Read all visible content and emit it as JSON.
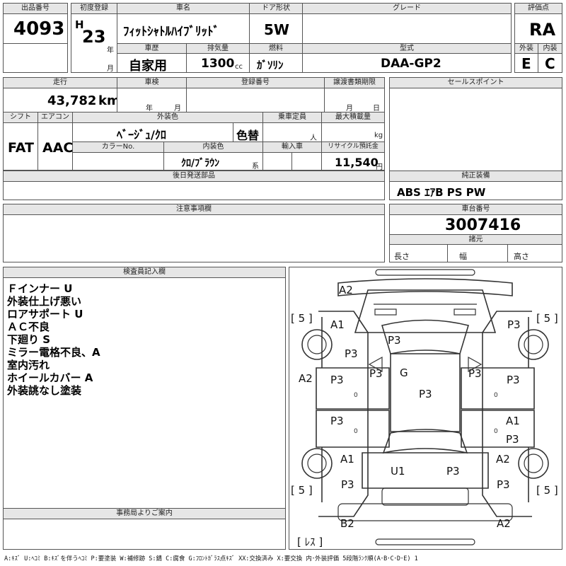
{
  "header": {
    "lot_label": "出品番号",
    "lot_number": "4093",
    "first_reg_label": "初度登録",
    "era": "H",
    "year": "23",
    "year_unit": "年",
    "month_unit": "月",
    "car_name_label": "車名",
    "car_name": "ﾌｨｯﾄｼｬﾄﾙﾊｲﾌﾞﾘｯﾄﾞ",
    "door_label": "ドア形状",
    "door": "5W",
    "grade_label": "グレード",
    "grade": "",
    "score_label": "評価点",
    "score": "RA",
    "history_label": "車歴",
    "history": "自家用",
    "displacement_label": "排気量",
    "displacement": "1300",
    "displacement_unit": "cc",
    "fuel_label": "燃料",
    "fuel": "ｶﾞｿﾘﾝ",
    "model_label": "型式",
    "model": "DAA-GP2",
    "exterior_label": "外装",
    "exterior": "E",
    "interior_label": "内装",
    "interior": "C"
  },
  "details": {
    "mileage_label": "走行",
    "mileage": "43,782",
    "mileage_unit": "km",
    "inspection_label": "車検",
    "inspection_year_unit": "年",
    "inspection_month_unit": "月",
    "reg_no_label": "登録番号",
    "reg_no": "",
    "transfer_label": "譲渡書類期限",
    "transfer_month_unit": "月",
    "transfer_day_unit": "日",
    "shift_label": "シフト",
    "shift": "FAT",
    "ac_label": "エアコン",
    "ac": "AAC",
    "ext_color_label": "外装色",
    "ext_color": "ﾍﾞｰｼﾞｭ/ｸﾛ",
    "color_change": "色替",
    "capacity_label": "乗車定員",
    "capacity_unit": "人",
    "max_load_label": "最大積載量",
    "max_load_unit": "kg",
    "color_no_label": "カラーNo.",
    "color_no": "",
    "int_color_label": "内装色",
    "int_color": "ｸﾛ/ﾌﾞﾗｳﾝ",
    "int_color_suffix": "系",
    "import_label": "輸入車",
    "recycle_label": "リサイクル預託金",
    "recycle": "11,540",
    "recycle_unit": "円",
    "later_parts_label": "後日発送部品",
    "sales_point_label": "セールスポイント",
    "genuine_equipment_label": "純正装備",
    "genuine_equipment": "ABS ｴｱB PS PW",
    "notes_label": "注意事項欄",
    "chassis_label": "車台番号",
    "chassis": "3007416",
    "specs_label": "諸元",
    "length_label": "長さ",
    "width_label": "幅",
    "height_label": "高さ"
  },
  "inspector": {
    "label": "検査員記入欄",
    "lines": [
      "Ｆインナー U",
      "外装仕上げ悪い",
      "ロアサポート U",
      "ＡＣ不良",
      "下廻り S",
      "ミラー電格不良、A",
      "室内汚れ",
      "ホイールカバー A",
      "外装誂なし塗装"
    ],
    "office_label": "事務局よりご案内"
  },
  "diagram": {
    "marks": [
      "A2",
      "A1",
      "P3",
      "P3",
      "P3",
      "G",
      "P3",
      "P3",
      "A2",
      "P3",
      "P3",
      "P3",
      "P3",
      "A1",
      "P3",
      "A1",
      "U1",
      "P3",
      "A2",
      "P3",
      "P3",
      "B2",
      "A2"
    ],
    "tires": [
      "[ 5 ]",
      "[ 5 ]",
      "[ 5 ]",
      "[ 5 ]"
    ],
    "spare": "[ ﾚｽ ]"
  },
  "legend": "A:ｷｽﾞ U:ﾍｺﾐ B:ｷｽﾞを伴うﾍｺﾐ P:要塗装 W:補修跡 S:錆 C:腐食 G:ﾌﾛﾝﾄｶﾞﾗｽ点ｷｽﾞ XX:交換済み X:要交換 内･外装評価 5段階ﾗﾝｸ順(A･B･C･D･E) 1"
}
